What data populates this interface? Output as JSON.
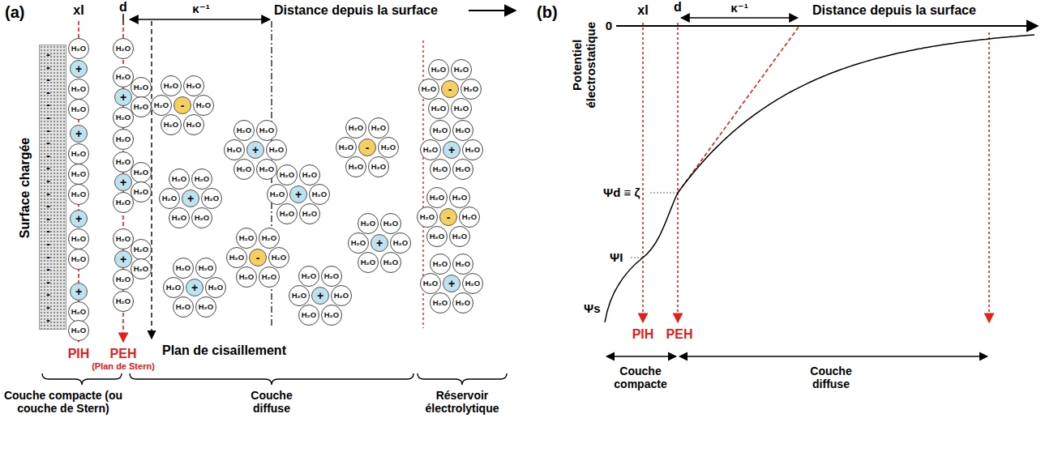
{
  "diagram": {
    "nodes": [
      {
        "text": [
          "Surface chargée"
        ]
      },
      {
        "text": [
          "+"
        ]
      },
      {
        "text": [
          "+"
        ]
      },
      {
        "text": [
          "+"
        ]
      },
      {
        "text": [
          "+"
        ]
      },
      {
        "text": [
          "H₂O"
        ]
      },
      {
        "text": [
          "H₂O"
        ]
      },
      {
        "text": [
          "H₂O"
        ]
      },
      {
        "text": [
          "H₂O"
        ]
      },
      {
        "text": [
          "H₂O"
        ]
      },
      {
        "text": [
          "H₂O"
        ]
      },
      {
        "text": [
          "H₂O"
        ]
      },
      {
        "text": [
          "H₂O"
        ]
      },
      {
        "text": [
          "H₂O"
        ]
      },
      {
        "text": [
          "H₂O"
        ]
      },
      {
        "text": [
          "+"
        ]
      },
      {
        "text": [
          "+"
        ]
      },
      {
        "text": [
          "+"
        ]
      },
      {
        "text": [
          "H₂O"
        ]
      },
      {
        "text": [
          "H₂O"
        ]
      },
      {
        "text": [
          "H₂O"
        ]
      },
      {
        "text": [
          "H₂O"
        ]
      },
      {
        "text": [
          "H₂O"
        ]
      },
      {
        "text": [
          "H₂O"
        ]
      },
      {
        "text": [
          "H₂O"
        ]
      },
      {
        "text": [
          "H₂O"
        ]
      },
      {
        "text": [
          "H₂O"
        ]
      },
      {
        "text": [
          "H₂O"
        ]
      },
      {
        "text": [
          "H₂O"
        ]
      },
      {
        "text": [
          "H₂O"
        ]
      },
      {
        "text": [
          "H₂O"
        ]
      },
      {
        "text": [
          "H₂O"
        ]
      },
      {
        "text": [
          "H₂O"
        ]
      },
      {
        "text": [
          "-"
        ]
      },
      {
        "text": [
          "H₂O"
        ]
      },
      {
        "text": [
          "H₂O"
        ]
      },
      {
        "text": [
          "H₂O"
        ]
      },
      {
        "text": [
          "H₂O"
        ]
      },
      {
        "text": [
          "H₂O"
        ]
      },
      {
        "text": [
          "H₂O"
        ]
      },
      {
        "text": [
          "+"
        ]
      },
      {
        "text": [
          "H₂O"
        ]
      },
      {
        "text": [
          "H₂O"
        ]
      },
      {
        "text": [
          "H₂O"
        ]
      },
      {
        "text": [
          "H₂O"
        ]
      },
      {
        "text": [
          "H₂O"
        ]
      },
      {
        "text": [
          "H₂O"
        ]
      },
      {
        "text": [
          "+"
        ]
      },
      {
        "text": [
          "H₂O"
        ]
      },
      {
        "text": [
          "H₂O"
        ]
      },
      {
        "text": [
          "H₂O"
        ]
      },
      {
        "text": [
          "H₂O"
        ]
      },
      {
        "text": [
          "H₂O"
        ]
      },
      {
        "text": [
          "H₂O"
        ]
      },
      {
        "text": [
          "+"
        ]
      },
      {
        "text": [
          "H₂O"
        ]
      },
      {
        "text": [
          "H₂O"
        ]
      },
      {
        "text": [
          "H₂O"
        ]
      },
      {
        "text": [
          "H₂O"
        ]
      },
      {
        "text": [
          "H₂O"
        ]
      },
      {
        "text": [
          "H₂O"
        ]
      },
      {
        "text": [
          "-"
        ]
      },
      {
        "text": [
          "H₂O"
        ]
      },
      {
        "text": [
          "H₂O"
        ]
      },
      {
        "text": [
          "H₂O"
        ]
      },
      {
        "text": [
          "H₂O"
        ]
      },
      {
        "text": [
          "H₂O"
        ]
      },
      {
        "text": [
          "H₂O"
        ]
      },
      {
        "text": [
          "+"
        ]
      },
      {
        "text": [
          "H₂O"
        ]
      },
      {
        "text": [
          "H₂O"
        ]
      },
      {
        "text": [
          "H₂O"
        ]
      },
      {
        "text": [
          "H₂O"
        ]
      },
      {
        "text": [
          "H₂O"
        ]
      },
      {
        "text": [
          "H₂O"
        ]
      },
      {
        "text": [
          "+"
        ]
      },
      {
        "text": [
          "H₂O"
        ]
      },
      {
        "text": [
          "H₂O"
        ]
      },
      {
        "text": [
          "H₂O"
        ]
      },
      {
        "text": [
          "H₂O"
        ]
      },
      {
        "text": [
          "H₂O"
        ]
      },
      {
        "text": [
          "H₂O"
        ]
      },
      {
        "text": [
          "-"
        ]
      },
      {
        "text": [
          "H₂O"
        ]
      },
      {
        "text": [
          "H₂O"
        ]
      },
      {
        "text": [
          "H₂O"
        ]
      },
      {
        "text": [
          "H₂O"
        ]
      },
      {
        "text": [
          "H₂O"
        ]
      },
      {
        "text": [
          "H₂O"
        ]
      },
      {
        "text": [
          "+"
        ]
      },
      {
        "text": [
          "H₂O"
        ]
      },
      {
        "text": [
          "H₂O"
        ]
      },
      {
        "text": [
          "H₂O"
        ]
      },
      {
        "text": [
          "H₂O"
        ]
      },
      {
        "text": [
          "H₂O"
        ]
      },
      {
        "text": [
          "H₂O"
        ]
      },
      {
        "text": [
          "-"
        ]
      },
      {
        "text": [
          "H₂O"
        ]
      },
      {
        "text": [
          "H₂O"
        ]
      },
      {
        "text": [
          "H₂O"
        ]
      },
      {
        "text": [
          "H₂O"
        ]
      },
      {
        "text": [
          "H₂O"
        ]
      },
      {
        "text": [
          "H₂O"
        ]
      },
      {
        "text": [
          "+"
        ]
      },
      {
        "text": [
          "H₂O"
        ]
      },
      {
        "text": [
          "H₂O"
        ]
      },
      {
        "text": [
          "H₂O"
        ]
      },
      {
        "text": [
          "H₂O"
        ]
      },
      {
        "text": [
          "H₂O"
        ]
      },
      {
        "text": [
          "H₂O"
        ]
      },
      {
        "text": [
          "-"
        ]
      },
      {
        "text": [
          "H₂O"
        ]
      },
      {
        "text": [
          "H₂O"
        ]
      },
      {
        "text": [
          "H₂O"
        ]
      },
      {
        "text": [
          "H₂O"
        ]
      },
      {
        "text": [
          "H₂O"
        ]
      },
      {
        "text": [
          "H₂O"
        ]
      },
      {
        "text": [
          "+"
        ]
      },
      {
        "text": [
          "H₂O"
        ]
      },
      {
        "text": [
          "H₂O"
        ]
      },
      {
        "text": [
          "H₂O"
        ]
      },
      {
        "text": [
          "H₂O"
        ]
      },
      {
        "text": [
          "H₂O"
        ]
      },
      {
        "text": [
          "H₂O"
        ]
      }
    ],
    "labels": [
      "(a)",
      "xI",
      "d",
      "κ⁻¹",
      "Distance depuis la surface",
      "PIH",
      "PEH",
      "(Plan de Stern)",
      "Plan de cisaillement",
      "Couche compacte (ou couche de Stern)",
      "Couche diffuse",
      "Réservoir électrolytique",
      "(b)",
      "Potentiel électrostatique",
      "xI",
      "d",
      "κ⁻¹",
      "Distance depuis la surface",
      "0",
      "Ψd ≡ ζ",
      "ΨI",
      "Ψs",
      "PIH",
      "PEH",
      "Couche compacte",
      "Couche diffuse",
      "-",
      "-",
      "-",
      "-",
      "-",
      "-",
      "-",
      "-",
      "-",
      "-",
      "-",
      "-",
      "-",
      "-",
      "-",
      "-",
      "-",
      "-",
      "-",
      "-",
      "-",
      "-"
    ]
  }
}
